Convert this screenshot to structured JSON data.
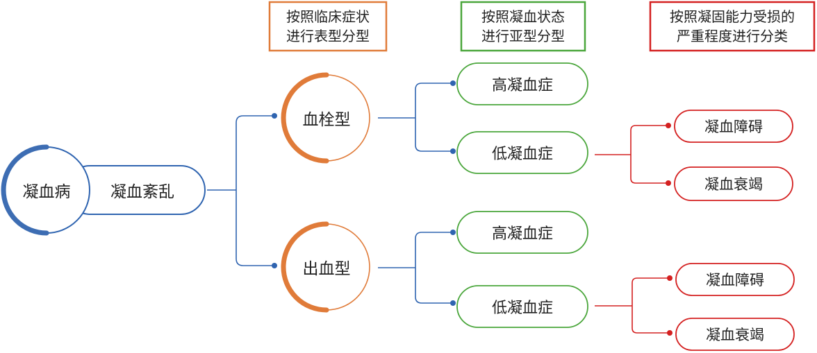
{
  "headers": {
    "clinical": "按照临床症状\n进行表型分型",
    "coag": "按照凝血状态\n进行亚型分型",
    "severity": "按照凝固能力受损的\n严重程度进行分类"
  },
  "root": {
    "label": "凝血病",
    "sub_label": "凝血紊乱"
  },
  "phenotypes": [
    {
      "label": "血栓型",
      "subtypes": [
        {
          "label": "高凝血症"
        },
        {
          "label": "低凝血症",
          "grades": [
            "凝血障碍",
            "凝血衰竭"
          ]
        }
      ]
    },
    {
      "label": "出血型",
      "subtypes": [
        {
          "label": "高凝血症"
        },
        {
          "label": "低凝血症",
          "grades": [
            "凝血障碍",
            "凝血衰竭"
          ]
        }
      ]
    }
  ],
  "colors": {
    "blue": "#2f64b0",
    "blue_dark": "#3d6db3",
    "orange": "#e07b39",
    "green": "#4aa63b",
    "red": "#d42020",
    "text": "#222222"
  }
}
